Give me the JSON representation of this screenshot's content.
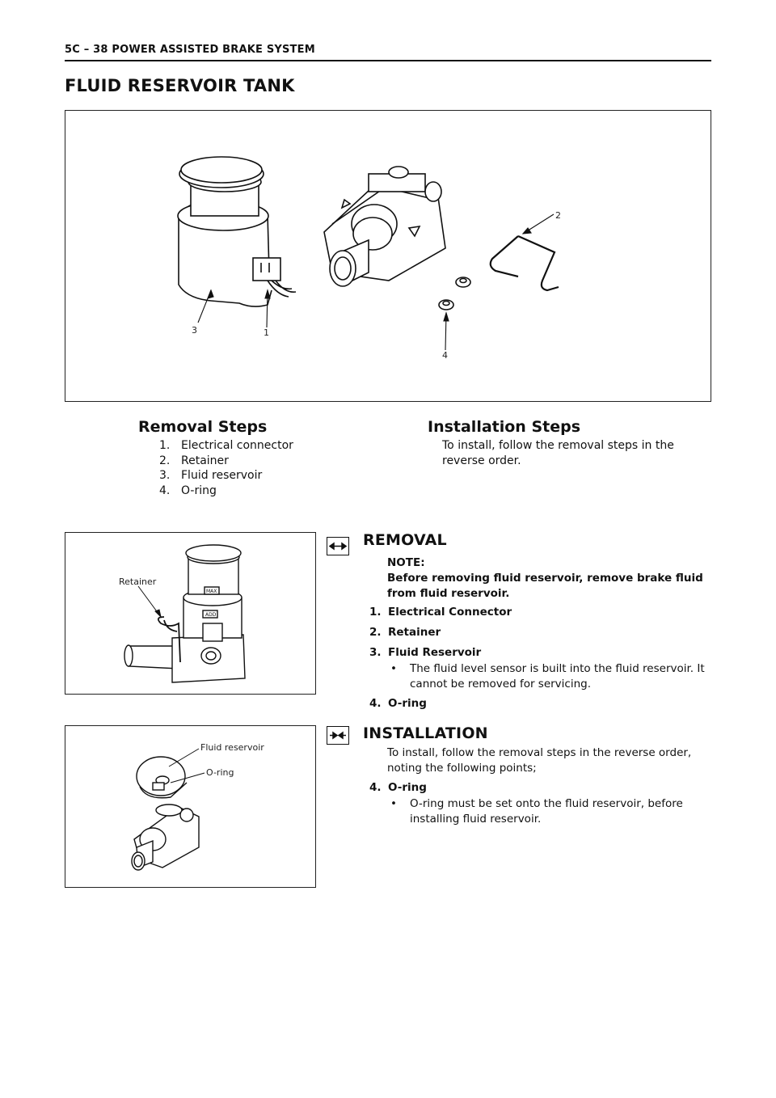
{
  "header": {
    "text": "5C – 38  POWER ASSISTED BRAKE SYSTEM"
  },
  "page_title": "FLUID RESERVOIR TANK",
  "main_figure": {
    "callouts": [
      "1",
      "2",
      "3",
      "4"
    ]
  },
  "removal_steps": {
    "heading": "Removal Steps",
    "items": [
      {
        "num": "1.",
        "label": "Electrical connector"
      },
      {
        "num": "2.",
        "label": "Retainer"
      },
      {
        "num": "3.",
        "label": "Fluid reservoir"
      },
      {
        "num": "4.",
        "label": "O-ring"
      }
    ]
  },
  "installation_steps": {
    "heading": "Installation Steps",
    "text": "To install, follow the removal steps in the reverse order."
  },
  "figure_removal": {
    "label": "Retainer",
    "max_mark": "MAX",
    "add_mark": "ADD"
  },
  "figure_install": {
    "label_reservoir": "Fluid reservoir",
    "label_oring": "O-ring"
  },
  "removal": {
    "heading": "REMOVAL",
    "note_label": "NOTE:",
    "note_text": "Before removing fluid reservoir, remove brake fluid from fluid reservoir.",
    "items": [
      {
        "num": "1.",
        "label": "Electrical Connector"
      },
      {
        "num": "2.",
        "label": "Retainer"
      },
      {
        "num": "3.",
        "label": "Fluid Reservoir"
      },
      {
        "num": "4.",
        "label": "O-ring"
      }
    ],
    "bullet_symbol": "•",
    "bullet": "The fluid level sensor is built into the fluid reservoir. It cannot be removed for servicing."
  },
  "installation": {
    "heading": "INSTALLATION",
    "intro": "To install, follow the removal steps in the reverse order, noting the following points;",
    "item": {
      "num": "4.",
      "label": "O-ring"
    },
    "bullet_symbol": "•",
    "bullet": "O-ring must be set onto the fluid reservoir, before installing fluid reservoir."
  }
}
